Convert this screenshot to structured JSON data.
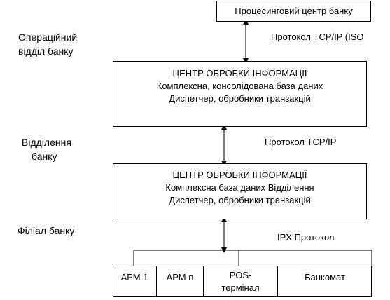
{
  "processing_center": "Процесинговий центр банку",
  "left_labels": {
    "operational_line1": "Операційний",
    "operational_line2": "відділ банку",
    "branch_line1": "Відділення",
    "branch_line2": "банку",
    "filial": "Філіал банку"
  },
  "protocols": {
    "top": "Протокол TCP/IP (ISO",
    "middle": "Протокол TCP/IP",
    "bottom": "IPX Протокол"
  },
  "center1": {
    "title": "ЦЕНТР ОБРОБКИ ІНФОРМАЦІЇ",
    "line2": "Комплексна, консолідована база даних",
    "line3": "Диспетчер, обробники транзакцій"
  },
  "center2": {
    "title": "ЦЕНТР ОБРОБКИ ІНФОРМАЦІЇ",
    "line2": "Комплексна база даних Відділення",
    "line3": "Диспетчер, обробники транзакцій"
  },
  "terminals": {
    "arm1": "АРМ 1",
    "armn": "АРМ n",
    "pos_line1": "POS-",
    "pos_line2": "термінал",
    "atm": "Банкомат"
  }
}
